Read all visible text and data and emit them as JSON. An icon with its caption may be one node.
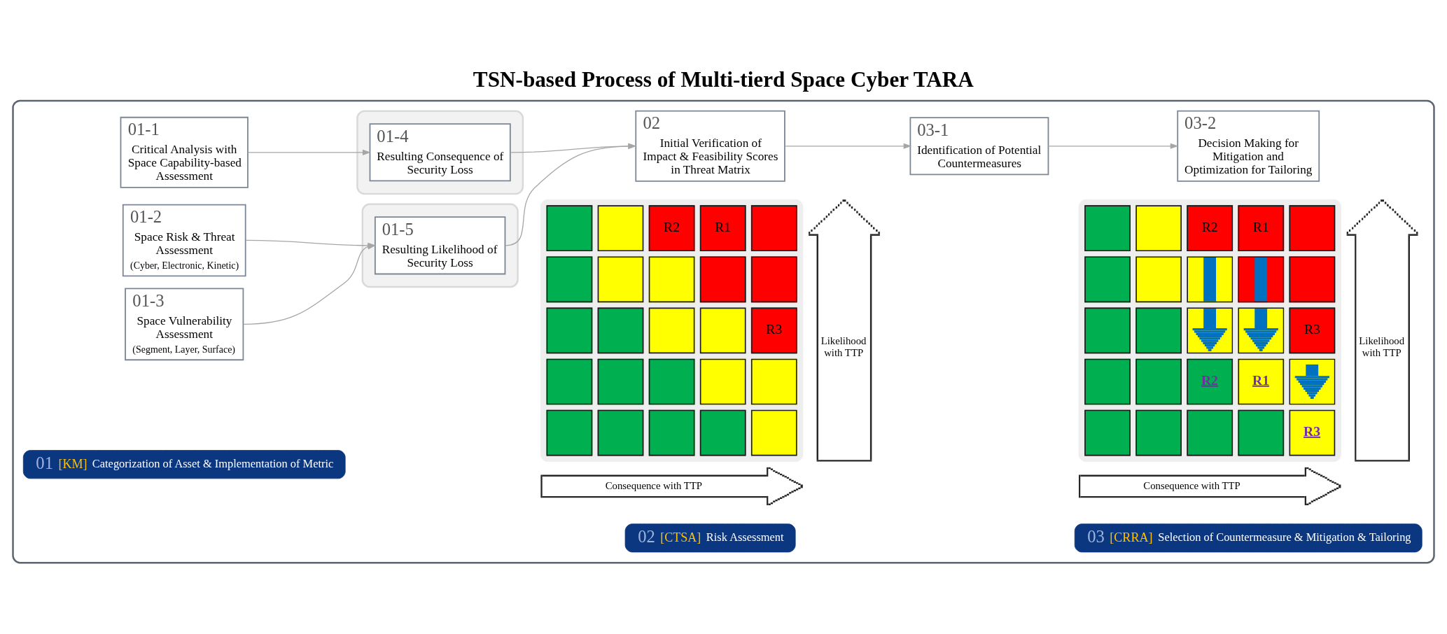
{
  "diagram": {
    "title": "TSN-based Process of Multi-tierd Space Cyber TARA",
    "nodes": [
      {
        "text": [],
        "shape": "box"
      },
      {
        "text": [
          "01-1",
          "Critical Analysis with Space Capability-based Assessment"
        ],
        "in": 0
      },
      {
        "text": [
          "01-2",
          "Space Risk & Threat Assessment",
          "(Cyber, Electronic, Kinetic)"
        ],
        "in": 0
      },
      {
        "text": [
          "01-3",
          "Space Vulnerability Assessment",
          "(Segment, Layer, Surface)"
        ],
        "in": 0
      },
      {
        "text": [],
        "shape": "box",
        "in": 0
      },
      {
        "text": [
          "01-4",
          "Resulting Consequence of Security Loss"
        ],
        "in": 4
      },
      {
        "text": [],
        "shape": "box",
        "in": 0
      },
      {
        "text": [
          "01-5",
          "Resulting Likelihood of Security Loss"
        ],
        "in": 6
      },
      {
        "text": [
          "02",
          "Initial Verification of Impact & Feasibility Scores in Threat Matrix"
        ],
        "in": 0
      },
      {
        "text": [
          "03-1",
          "Identification of Potential Countermeasures"
        ],
        "in": 0
      },
      {
        "text": [
          "03-2",
          "Decision Making for Mitigation and Optimization for Tailoring"
        ],
        "in": 0
      },
      {
        "text": [
          "01",
          "[KM]",
          "Categorization of Asset & Implementation of Metric"
        ],
        "in": 0
      },
      {
        "text": [
          "02",
          "[CTSA]",
          "Risk Assessment"
        ],
        "in": 0
      },
      {
        "text": [
          "03",
          "[CRRA]",
          "Selection of Countermeasure & Mitigation & Tailoring"
        ],
        "in": 0
      }
    ],
    "edges": [
      {
        "from": 1,
        "to": 5,
        "arrow": "to"
      },
      {
        "from": 2,
        "to": 7,
        "arrow": "to"
      },
      {
        "from": 3,
        "to": 7,
        "arrow": "to"
      },
      {
        "from": 5,
        "to": 8,
        "arrow": "to"
      },
      {
        "from": 7,
        "to": 8,
        "arrow": "to"
      },
      {
        "from": 8,
        "to": 9,
        "arrow": "to"
      },
      {
        "from": 9,
        "to": 10,
        "arrow": "to"
      }
    ],
    "labels": [
      "R2",
      "R1",
      "R3",
      "Likelihood with TTP",
      "Consequence with TTP",
      "R2",
      "R1",
      "R3",
      "R2",
      "R1",
      "R3",
      "Likelihood with TTP",
      "Consequence with TTP"
    ]
  }
}
